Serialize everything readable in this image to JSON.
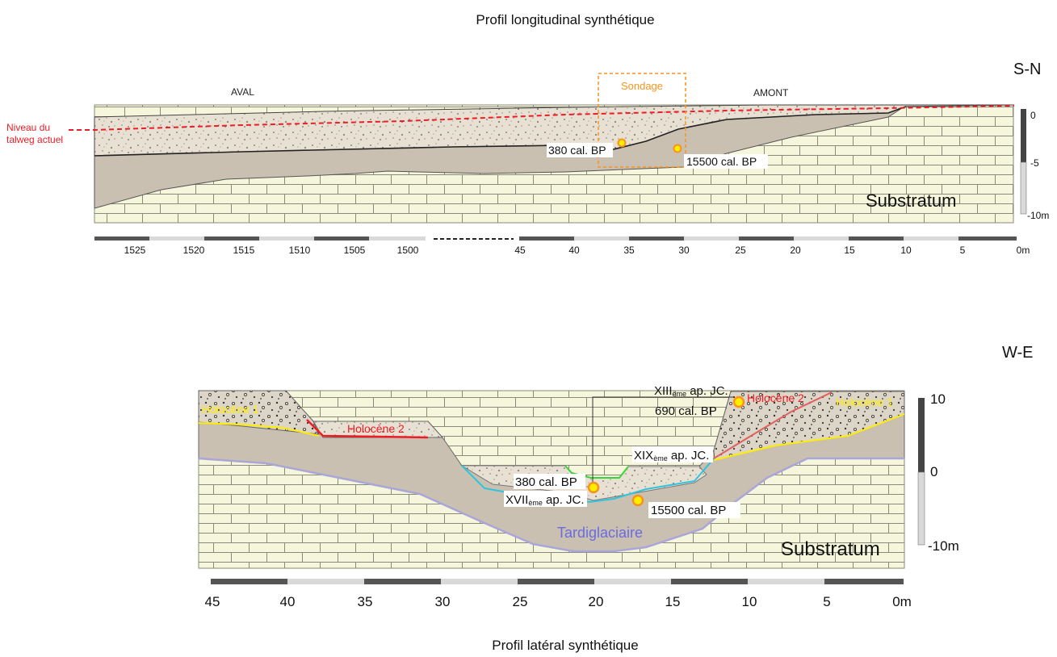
{
  "top_profile": {
    "title": "Profil longitudinal synthétique",
    "orientation": "S-N",
    "aval": "AVAL",
    "amont": "AMONT",
    "sondage": "Sondage",
    "niveau_line1": "Niveau du",
    "niveau_line2": "talweg actuel",
    "date_left": "380 cal. BP",
    "date_right": "15500 cal. BP",
    "substratum": "Substratum",
    "depth_ticks": [
      "0",
      "-5",
      "-10m"
    ],
    "scale_left": [
      "1525",
      "1520",
      "1515",
      "1510",
      "1505",
      "1500"
    ],
    "scale_right": [
      "45",
      "40",
      "35",
      "30",
      "25",
      "20",
      "15",
      "10",
      "5",
      "0m"
    ]
  },
  "bottom_profile": {
    "title": "Profil latéral synthétique",
    "orientation": "W-E",
    "holocene1_left": "Holocène 1",
    "holocene2_left": "Holocène 2",
    "holocene1_right": "Holocène 1",
    "holocene2_right": "Holocène 2",
    "date_380": "380 cal. BP",
    "xvii_main": "XVII",
    "xvii_sup": "ème",
    "xvii_rest": " ap. JC.",
    "xix_main": "XIX",
    "xix_sup": "ème",
    "xix_rest": "  ap. JC.",
    "xiii_main": "XIII",
    "xiii_sup": "ème",
    "xiii_rest": "  ap. JC.",
    "date_690": "690 cal. BP",
    "date_15500": "15500 cal. BP",
    "tardiglaciaire": "Tardiglaciaire",
    "substratum": "Substratum",
    "depth_ticks": [
      "10",
      "0",
      "-10m"
    ],
    "scale": [
      "45",
      "40",
      "35",
      "30",
      "25",
      "20",
      "15",
      "10",
      "5",
      "0m"
    ]
  },
  "colors": {
    "limestone_fill": "#f6f6dc",
    "limestone_line": "#8a8a7a",
    "gravel_fill": "#e8e1d3",
    "sediment_fill": "#c9c0b2",
    "talweg_red": "#ee1c25",
    "sondage_orange": "#f7941d",
    "holocene_yellow": "#ffee00",
    "holocene2_red": "#ee1c25",
    "tardiglaciaire_blue": "#6b6bdd",
    "cyan_line": "#2ec4dc",
    "green_line": "#39d439",
    "date_dot": "#f7941d"
  }
}
